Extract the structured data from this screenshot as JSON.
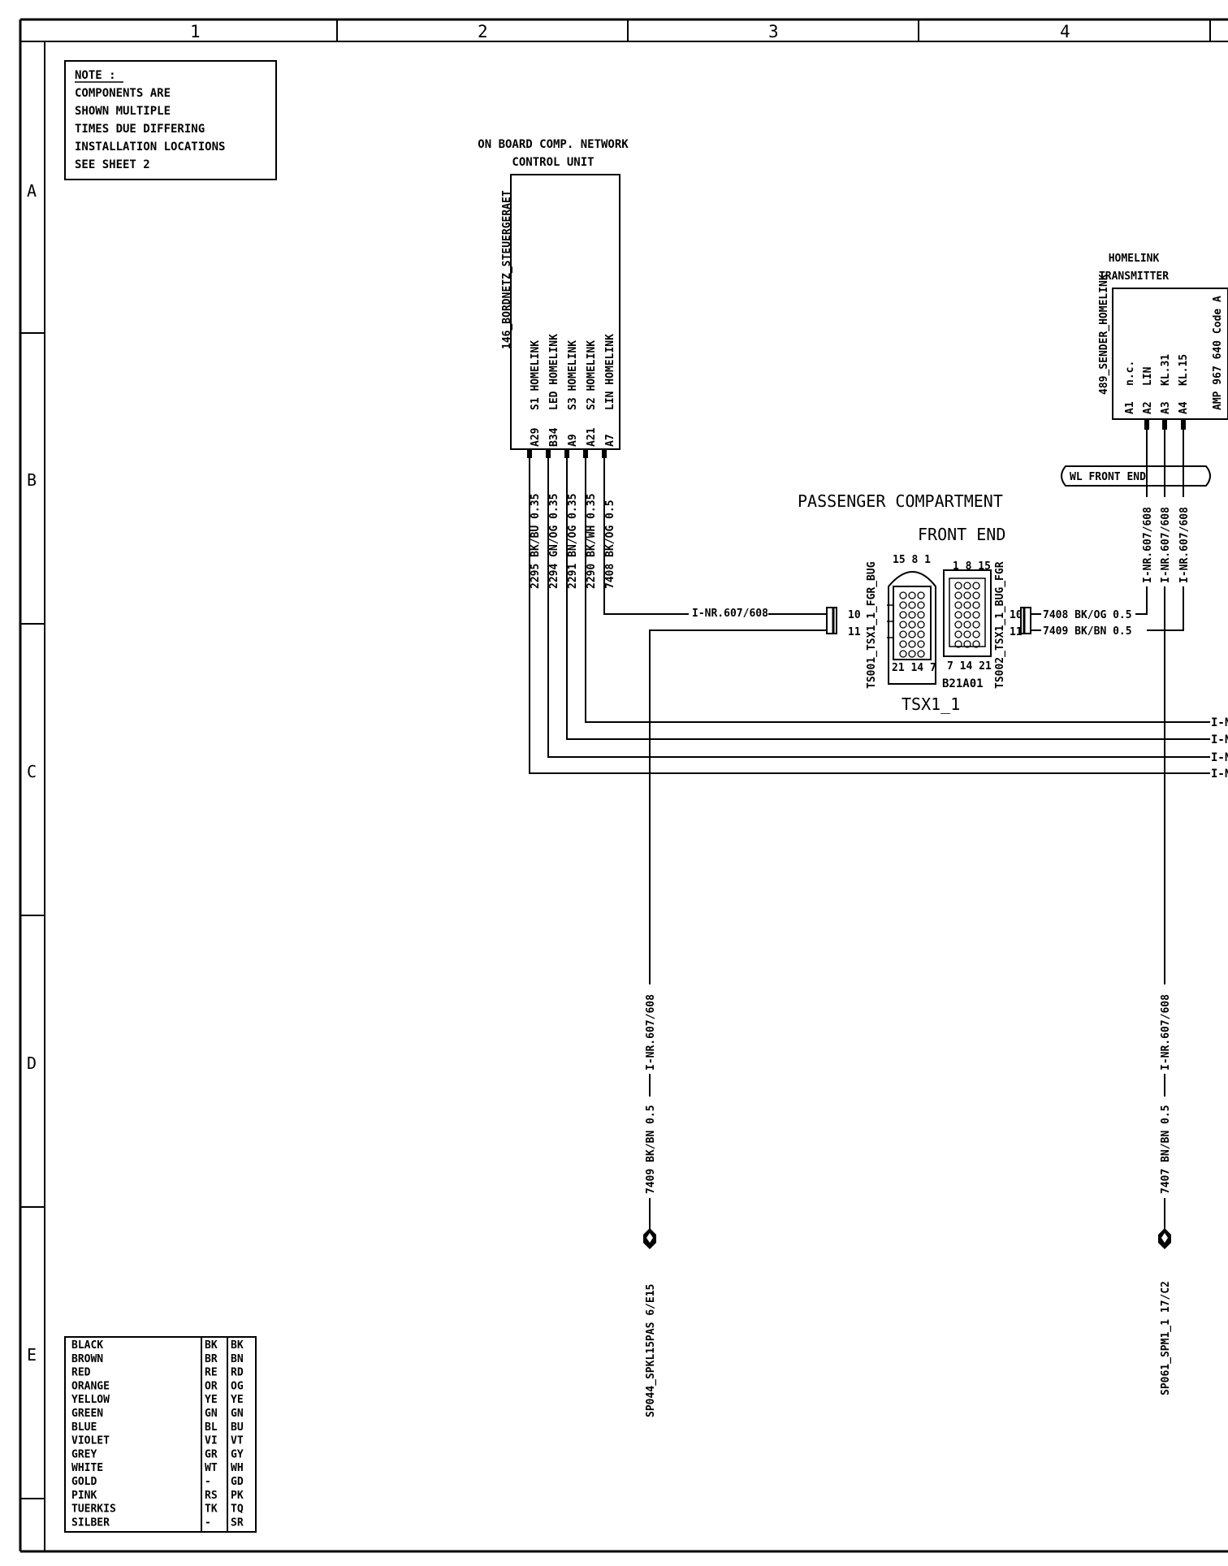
{
  "frame": {
    "columns": [
      "1",
      "2",
      "3",
      "4"
    ],
    "rows": [
      "A",
      "B",
      "C",
      "D",
      "E"
    ]
  },
  "note": {
    "lines": [
      "NOTE :",
      "COMPONENTS ARE",
      "SHOWN MULTIPLE",
      "TIMES DUE DIFFERING",
      "INSTALLATION LOCATIONS",
      "SEE SHEET 2"
    ]
  },
  "control_unit": {
    "title_lines": [
      "ON BOARD COMP. NETWORK",
      "CONTROL UNIT"
    ],
    "id": "146_BORDNETZ_STEUERGERAET",
    "pins": [
      {
        "name": "S1 HOMELINK",
        "pin": "A29",
        "wire": "2295 BK/BU 0.35"
      },
      {
        "name": "LED HOMELINK",
        "pin": "B34",
        "wire": "2294 GN/OG 0.35"
      },
      {
        "name": "S3 HOMELINK",
        "pin": "A9",
        "wire": "2291 BN/OG 0.35"
      },
      {
        "name": "S2 HOMELINK",
        "pin": "A21",
        "wire": "2290 BK/WH 0.35"
      },
      {
        "name": "LIN HOMELINK",
        "pin": "A7",
        "wire": "7408 BK/OG 0.5"
      }
    ]
  },
  "homelink": {
    "title_lines": [
      "HOMELINK",
      "TRANSMITTER"
    ],
    "id": "489_SENDER_HOMELINK",
    "code": "AMP 967 640 Code A",
    "pins": [
      {
        "name": "n.c.",
        "pin": "A1"
      },
      {
        "name": "LIN",
        "pin": "A2"
      },
      {
        "name": "KL.31",
        "pin": "A3"
      },
      {
        "name": "KL.15",
        "pin": "A4"
      }
    ],
    "location": "WL FRONT END",
    "wire_refs": [
      "I-NR.607/608",
      "I-NR.607/608",
      "I-NR.607/608"
    ]
  },
  "connector": {
    "location_lines": [
      "PASSENGER COMPARTMENT",
      "FRONT END"
    ],
    "name": "TSX1_1",
    "left_id": "TS001_TSX1_1_FGR_BUG",
    "right_id": "TS002_TSX1_1_BUG_FGR",
    "top_left_pins": "15 8 1",
    "bottom_left_pins": "21 14 7",
    "top_right_pins": "1 8 15",
    "bottom_right_pins": "7 14 21",
    "code": "B21A01",
    "pin_10": "10",
    "pin_11": "11",
    "left_wire_ref": "I-NR.607/608",
    "right_wire_1": "7408 BK/OG 0.5",
    "right_wire_2": "7409 BK/BN 0.5"
  },
  "bus_labels": [
    "I-N",
    "I-N",
    "I-N",
    "I-N"
  ],
  "splices": [
    {
      "ref": "I-NR.607/608",
      "wire": "7409 BK/BN 0.5",
      "id": "SP044_SPKL15PAS 6/E15"
    },
    {
      "ref": "I-NR.607/608",
      "wire": "7407 BN/BN 0.5",
      "id": "SP061_SPM1_1 17/C2"
    }
  ],
  "color_legend": [
    {
      "name": "BLACK",
      "de": "BK",
      "en": "BK"
    },
    {
      "name": "BROWN",
      "de": "BR",
      "en": "BN"
    },
    {
      "name": "RED",
      "de": "RE",
      "en": "RD"
    },
    {
      "name": "ORANGE",
      "de": "OR",
      "en": "OG"
    },
    {
      "name": "YELLOW",
      "de": "YE",
      "en": "YE"
    },
    {
      "name": "GREEN",
      "de": "GN",
      "en": "GN"
    },
    {
      "name": "BLUE",
      "de": "BL",
      "en": "BU"
    },
    {
      "name": "VIOLET",
      "de": "VI",
      "en": "VT"
    },
    {
      "name": "GREY",
      "de": "GR",
      "en": "GY"
    },
    {
      "name": "WHITE",
      "de": "WT",
      "en": "WH"
    },
    {
      "name": "GOLD",
      "de": "-",
      "en": "GD"
    },
    {
      "name": "PINK",
      "de": "RS",
      "en": "PK"
    },
    {
      "name": "TUERKIS",
      "de": "TK",
      "en": "TQ"
    },
    {
      "name": "SILBER",
      "de": "-",
      "en": "SR"
    }
  ]
}
